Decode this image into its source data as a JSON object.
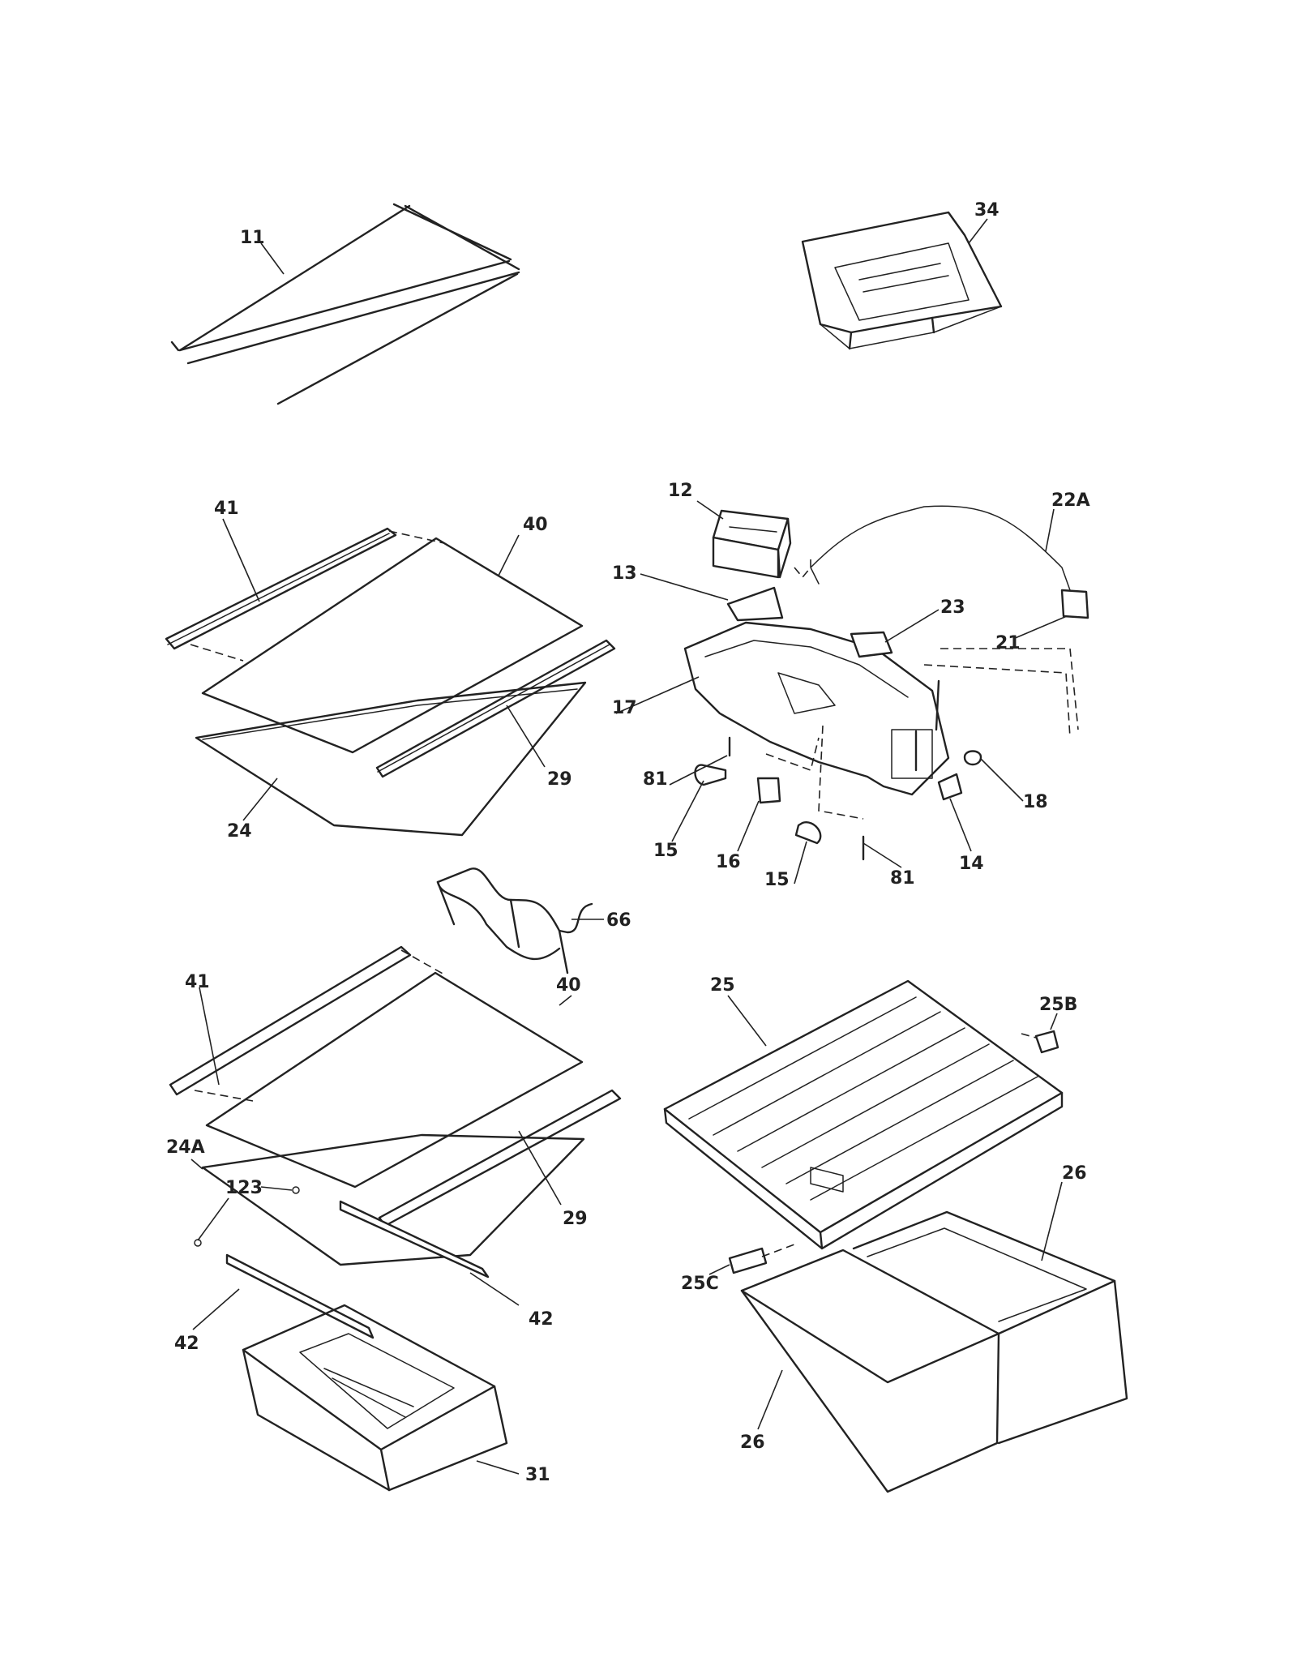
{
  "labels": {
    "p11": "11",
    "p34": "34",
    "p12": "12",
    "p22a": "22A",
    "p41_top": "41",
    "p40_top": "40",
    "p13": "13",
    "p23": "23",
    "p21": "21",
    "p17": "17",
    "p29_top": "29",
    "p24": "24",
    "p81_left": "81",
    "p15_left": "15",
    "p16": "16",
    "p15_right": "15",
    "p81_right": "81",
    "p14": "14",
    "p18": "18",
    "p66": "66",
    "p41_bottom": "41",
    "p40_bottom": "40",
    "p25": "25",
    "p25b": "25B",
    "p24a": "24A",
    "p123": "123",
    "p29_bottom": "29",
    "p26_right": "26",
    "p25c": "25C",
    "p42_right": "42",
    "p42_left": "42",
    "p26_left": "26",
    "p31": "31"
  }
}
